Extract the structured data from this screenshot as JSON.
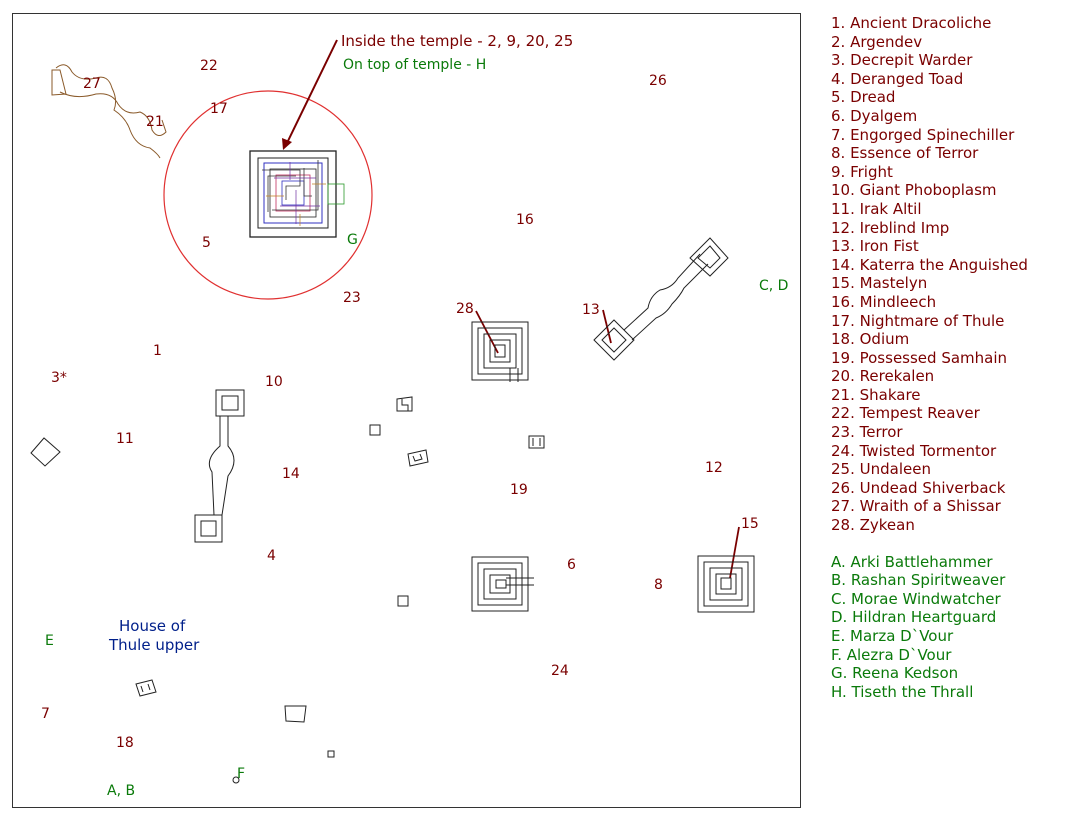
{
  "map": {
    "annotations": {
      "inside_temple": "Inside the temple - 2, 9, 20, 25",
      "top_of_temple": "On top of temple - H",
      "house_line1": "House of",
      "house_line2": "Thule upper"
    },
    "markers": [
      {
        "text": "22",
        "kind": "npc"
      },
      {
        "text": "27",
        "kind": "npc"
      },
      {
        "text": "17",
        "kind": "npc"
      },
      {
        "text": "21",
        "kind": "npc"
      },
      {
        "text": "26",
        "kind": "npc"
      },
      {
        "text": "16",
        "kind": "npc"
      },
      {
        "text": "5",
        "kind": "npc"
      },
      {
        "text": "G",
        "kind": "friendly"
      },
      {
        "text": "23",
        "kind": "npc"
      },
      {
        "text": "C, D",
        "kind": "friendly"
      },
      {
        "text": "28",
        "kind": "npc"
      },
      {
        "text": "13",
        "kind": "npc"
      },
      {
        "text": "1",
        "kind": "npc"
      },
      {
        "text": "3*",
        "kind": "npc"
      },
      {
        "text": "10",
        "kind": "npc"
      },
      {
        "text": "11",
        "kind": "npc"
      },
      {
        "text": "14",
        "kind": "npc"
      },
      {
        "text": "19",
        "kind": "npc"
      },
      {
        "text": "12",
        "kind": "npc"
      },
      {
        "text": "15",
        "kind": "npc"
      },
      {
        "text": "4",
        "kind": "npc"
      },
      {
        "text": "6",
        "kind": "npc"
      },
      {
        "text": "8",
        "kind": "npc"
      },
      {
        "text": "E",
        "kind": "friendly"
      },
      {
        "text": "24",
        "kind": "npc"
      },
      {
        "text": "7",
        "kind": "npc"
      },
      {
        "text": "18",
        "kind": "npc"
      },
      {
        "text": "F",
        "kind": "friendly"
      },
      {
        "text": "A, B",
        "kind": "friendly"
      }
    ]
  },
  "legend": {
    "npcs": [
      "1. Ancient Dracoliche",
      "2. Argendev",
      "3. Decrepit Warder",
      "4. Deranged Toad",
      "5. Dread",
      "6. Dyalgem",
      "7. Engorged Spinechiller",
      "8. Essence of Terror",
      "9. Fright",
      "10. Giant Phoboplasm",
      "11. Irak Altil",
      "12. Ireblind Imp",
      "13. Iron Fist",
      "14. Katerra the Anguished",
      "15. Mastelyn",
      "16. Mindleech",
      "17. Nightmare of Thule",
      "18. Odium",
      "19. Possessed Samhain",
      "20. Rerekalen",
      "21. Shakare",
      "22. Tempest Reaver",
      "23. Terror",
      "24. Twisted Tormentor",
      "25. Undaleen",
      "26. Undead Shiverback",
      "27. Wraith of a Shissar",
      "28. Zykean"
    ],
    "friendlies": [
      "A. Arki Battlehammer",
      "B. Rashan Spiritweaver",
      "C. Morae Windwatcher",
      "D. Hildran Heartguard",
      "E. Marza D`Vour",
      "F. Alezra D`Vour",
      "G. Reena Kedson",
      "H. Tiseth the Thrall"
    ]
  },
  "colors": {
    "npc": "#7a0000",
    "friendly": "#0a7a0a",
    "area_label": "#001f8a",
    "temple_circle": "#e03030",
    "walls": "#333333"
  }
}
